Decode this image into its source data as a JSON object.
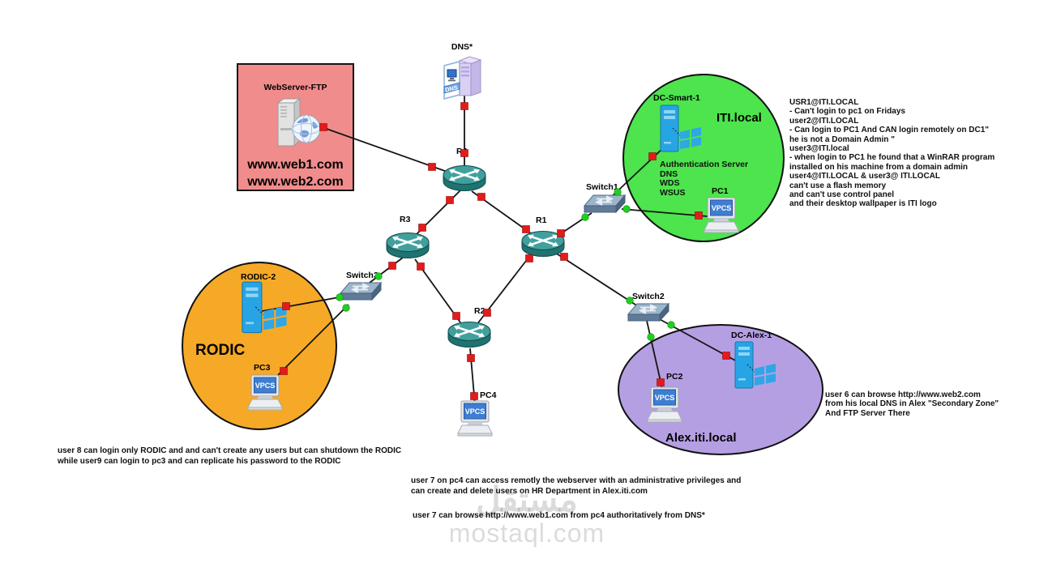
{
  "webserver_box": {
    "title": "WebServer-FTP",
    "url1": "www.web1.com",
    "url2": "www.web2.com",
    "fill": "#F18C8C"
  },
  "devices": {
    "dns_label": "DNS*",
    "dns_badge": "DNS",
    "r1": "R1",
    "r2": "R2",
    "r3": "R3",
    "r4": "R4",
    "switch1": "Switch1",
    "switch2": "Switch2",
    "switch3": "Switch3",
    "pc1": "PC1",
    "pc2": "PC2",
    "pc3": "PC3",
    "pc4": "PC4",
    "dc_smart": "DC-Smart-1",
    "dc_alex": "DC-Alex-1",
    "rodic2": "RODIC-2",
    "vpcs_screen": "VPCS"
  },
  "domains": {
    "iti": {
      "label": "ITI.local",
      "color": "#4DE44D",
      "services": "Authentication Server\nDNS\nWDS\nWSUS"
    },
    "rodic": {
      "label": "RODIC",
      "color": "#F6A927"
    },
    "alex": {
      "label": "Alex.iti.local",
      "color": "#B59FE3"
    }
  },
  "notes": {
    "iti_users": "USR1@ITI.LOCAL\n- Can't login to pc1 on Fridays\nuser2@ITI.LOCAL\n- Can login to PC1 And CAN login remotely on DC1\"\nhe is not a Domain Admin \"\nuser3@ITI.local\n- when login to PC1 he found that a WinRAR program\n installed on his machine from a domain admin\nuser4@ITI.LOCAL & user3@ ITI.LOCAL\ncan't use a flash memory\nand can't use control panel\nand their desktop wallpaper is ITI logo",
    "user6": "user 6 can browse http://www.web2.com\nfrom his local DNS in Alex \"Secondary Zone\"\nAnd FTP Server There",
    "user8": "user 8 can login only RODIC and and can't create any users but can shutdown the RODIC\nwhile user9 can login to pc3 and can replicate his password to the RODIC",
    "user7_remote": "user 7 on pc4 can access remotly the webserver with an administrative privileges and\ncan create and delete users on HR Department in Alex.iti.com",
    "user7_browse": "user 7 can browse http://www.web1.com from pc4 authoritatively from DNS*"
  },
  "watermark": {
    "arabic": "مستقل",
    "latin": "mostaql.com"
  },
  "colors": {
    "link_down_marker": "#E31B1B",
    "link_up_marker": "#1FD11F",
    "cable": "#151515"
  }
}
